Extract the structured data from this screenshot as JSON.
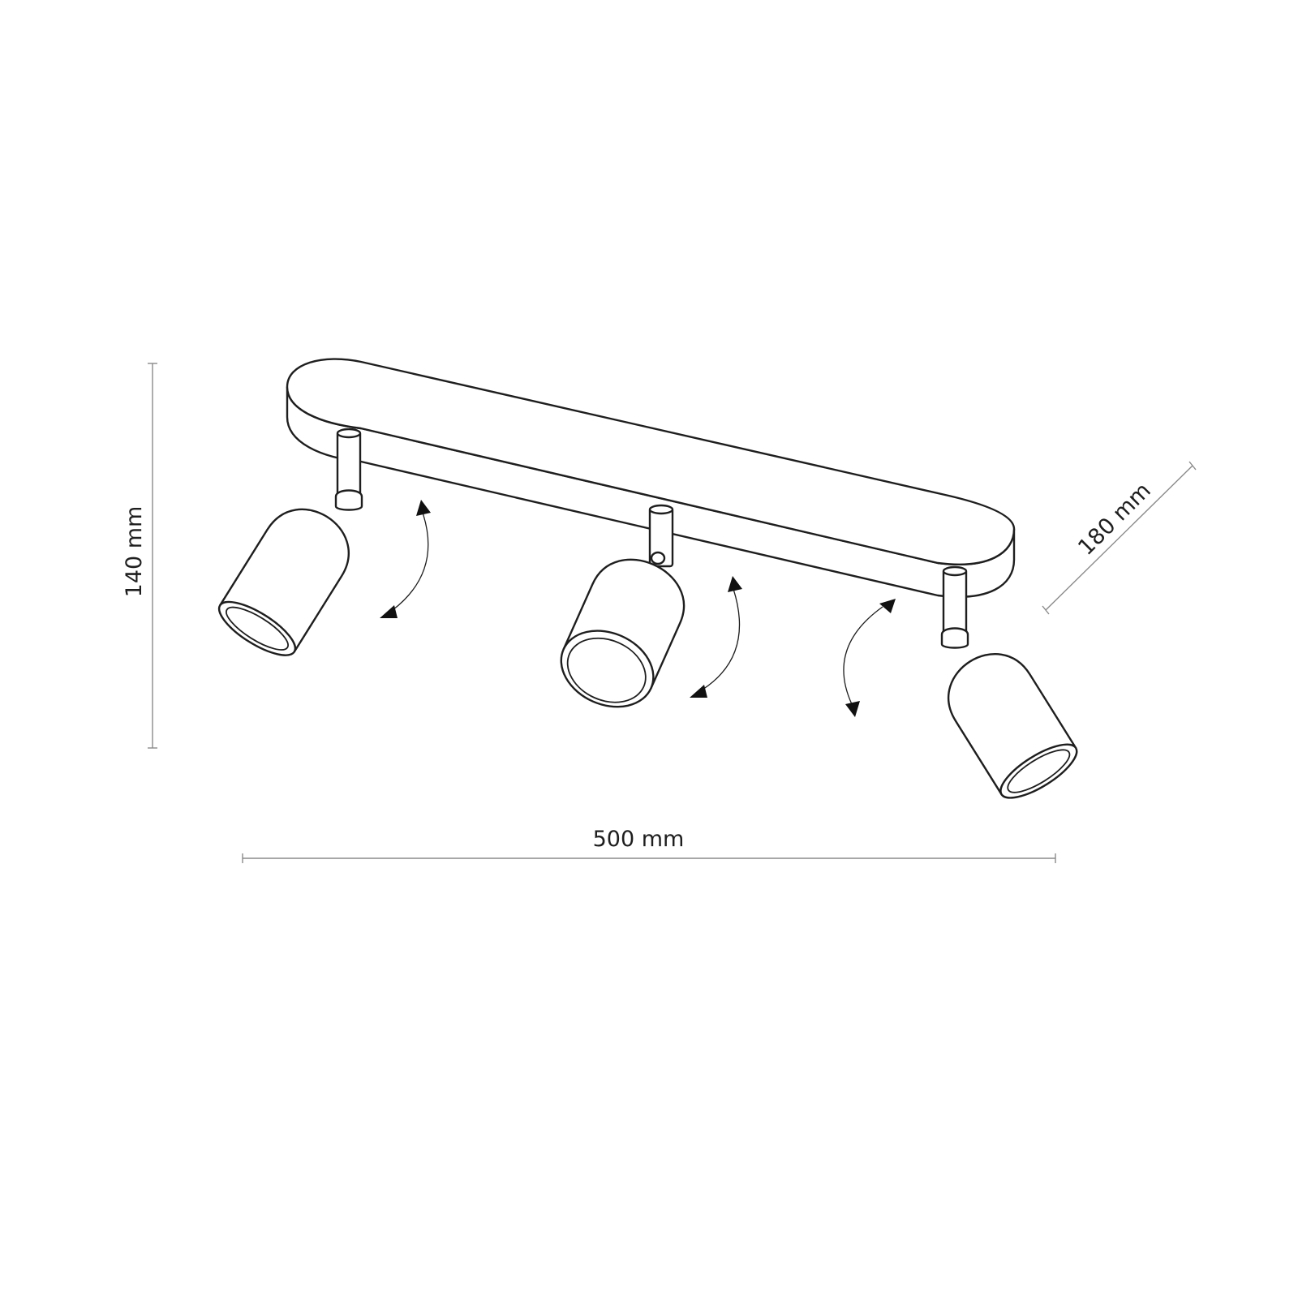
{
  "dimensions": {
    "height_label": "140 mm",
    "width_label": "500 mm",
    "depth_label": "180 mm"
  },
  "colors": {
    "line": "#1e1e1e",
    "dimension_line": "#8a8a8a",
    "background": "#ffffff"
  },
  "fixture": {
    "spotlight_count": 3,
    "rotation_arrows": 3
  }
}
